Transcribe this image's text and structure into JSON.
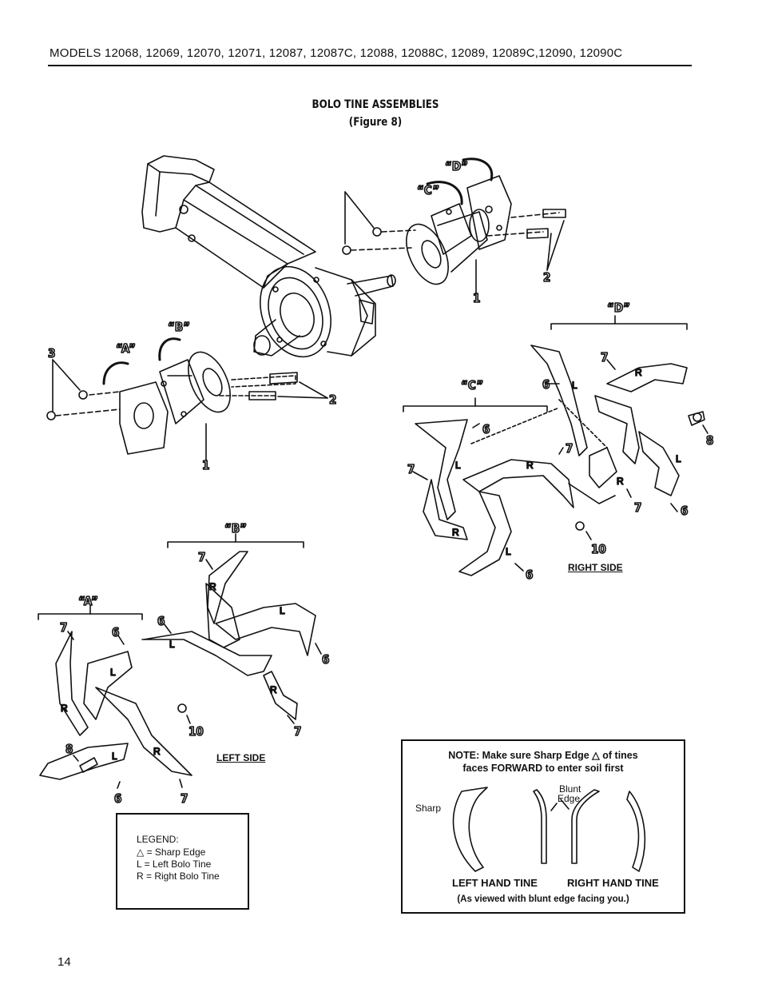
{
  "header": {
    "models": "MODELS 12068, 12069, 12070, 12071, 12087, 12087C, 12088, 12088C, 12089, 12089C,12090, 12090C"
  },
  "title": {
    "line1": "BOLO TINE ASSEMBLIES",
    "line2": "(Figure 8)"
  },
  "callouts": {
    "A": "“A”",
    "B": "“B”",
    "C": "“C”",
    "D": "“D”",
    "n1": "1",
    "n2": "2",
    "n3": "3",
    "n6": "6",
    "n7": "7",
    "n8": "8",
    "n10": "10",
    "L": "L",
    "R": "R"
  },
  "side_labels": {
    "left": "LEFT SIDE",
    "right": "RIGHT SIDE"
  },
  "legend": {
    "title": "LEGEND:",
    "items": [
      "△ = Sharp Edge",
      "L = Left Bolo Tine",
      "R = Right Bolo Tine"
    ]
  },
  "note": {
    "line1": "NOTE: Make sure Sharp Edge △ of tines",
    "line2": "faces FORWARD to enter soil first",
    "sharp": "Sharp",
    "blunt": "Blunt",
    "edge": "Edge",
    "left_tine": "LEFT HAND TINE",
    "right_tine": "RIGHT HAND TINE",
    "viewed": "(As viewed with blunt edge facing you.)"
  },
  "page_number": "14"
}
